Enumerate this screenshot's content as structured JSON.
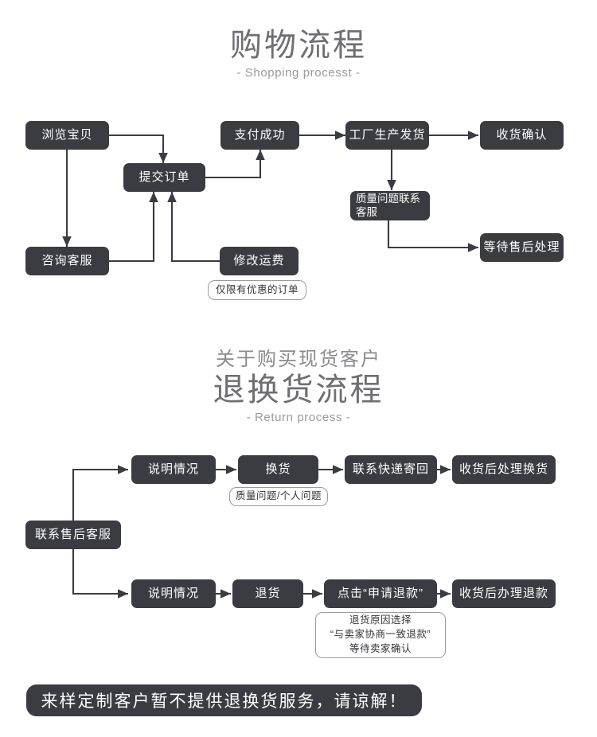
{
  "sections": [
    {
      "id": "shopping",
      "title_cn": "购物流程",
      "title_en": "- Shopping processt -"
    },
    {
      "id": "return",
      "eyebrow_cn": "关于购买现货客户",
      "title_cn": "退换货流程",
      "title_en": "- Return process -"
    }
  ],
  "shopping_flow": {
    "nodes": [
      {
        "id": "browse",
        "label": "浏览宝贝"
      },
      {
        "id": "submit-order",
        "label": "提交订单"
      },
      {
        "id": "pay-success",
        "label": "支付成功"
      },
      {
        "id": "factory-ship",
        "label": "工厂生产发货"
      },
      {
        "id": "confirm-receipt",
        "label": "收货确认"
      },
      {
        "id": "contact-service",
        "label": "咨询客服"
      },
      {
        "id": "modify-freight",
        "label": "修改运费"
      },
      {
        "id": "quality-contact",
        "label": "质量问题联系\n客服"
      },
      {
        "id": "await-aftersale",
        "label": "等待售后处理"
      }
    ],
    "notes": [
      {
        "id": "discount-only",
        "label": "仅限有优惠的订单"
      }
    ]
  },
  "return_flow": {
    "entry": {
      "id": "after-sale-service",
      "label": "联系售后客服"
    },
    "exchange_row": [
      {
        "id": "explain-situation-exchange",
        "label": "说明情况"
      },
      {
        "id": "exchange",
        "label": "换货"
      },
      {
        "id": "contact-courier",
        "label": "联系快递寄回"
      },
      {
        "id": "process-exchange",
        "label": "收货后处理换货"
      }
    ],
    "exchange_note": {
      "id": "quality-or-personal",
      "label": "质量问题/个人问题"
    },
    "refund_row": [
      {
        "id": "explain-situation-refund",
        "label": "说明情况"
      },
      {
        "id": "return-goods",
        "label": "退货"
      },
      {
        "id": "click-apply-refund",
        "label": "点击“申请退款”"
      },
      {
        "id": "process-refund",
        "label": "收货后办理退款"
      }
    ],
    "refund_note": {
      "id": "refund-reason",
      "label": "退货原因选择\n“与卖家协商一致退款”\n等待卖家确认"
    }
  },
  "banner": {
    "text": "来样定制客户暂不提供退换货服务，请谅解！"
  },
  "colors": {
    "node_bg": "#3b3b42",
    "node_text": "#ffffff",
    "note_border": "#9b9b9f",
    "wire": "#3b3b42",
    "heading_big": "#6e6e73",
    "heading_small": "#8a8a8f",
    "heading_en": "#9a9a9f",
    "page_bg": "#ffffff"
  }
}
